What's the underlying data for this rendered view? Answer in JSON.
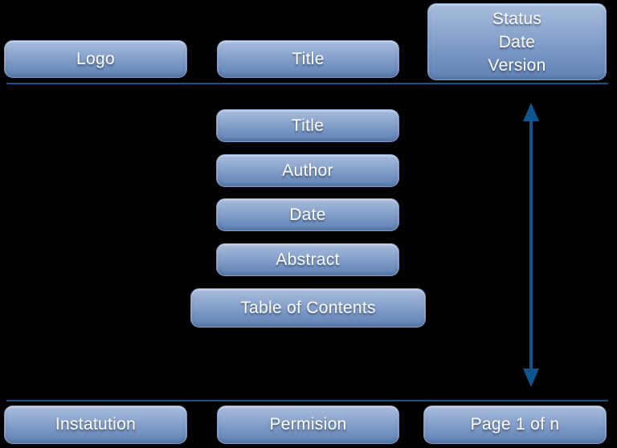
{
  "top_row": {
    "logo_label": "Logo",
    "title_label": "Title",
    "status_lines": [
      "Status",
      "Date",
      "Version"
    ]
  },
  "front_matter": [
    "Title",
    "Author",
    "Date",
    "Abstract",
    "Table of Contents"
  ],
  "bottom_row": {
    "institution_label": "Instatution",
    "permission_label": "Permision",
    "page_label": "Page 1 of n"
  },
  "colors": {
    "background": "#000000",
    "box_gradient_top": "#a8bddd",
    "box_gradient_bottom": "#5f82b4",
    "box_border": "#7f99c2",
    "rule_line": "#10568e",
    "arrow": "#10568e",
    "text": "#ffffff"
  }
}
